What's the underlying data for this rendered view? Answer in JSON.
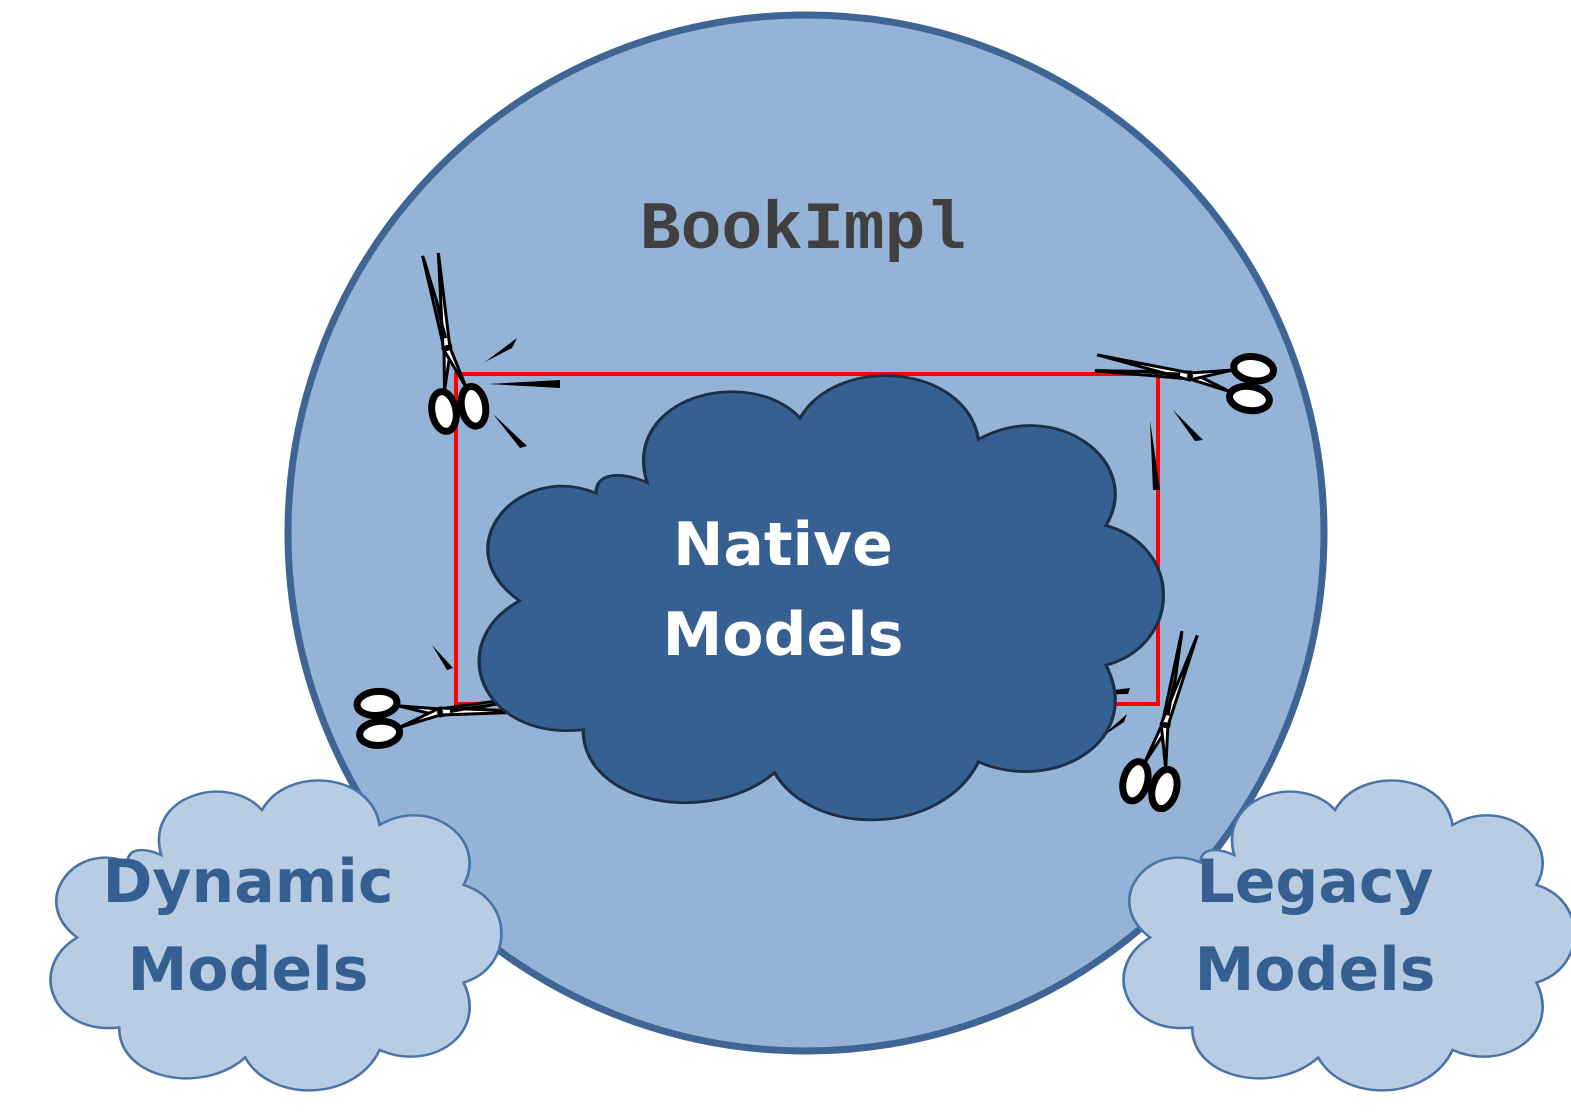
{
  "colors": {
    "circle_fill": "#95b3d7",
    "circle_stroke": "#3e6594",
    "native_cloud_fill": "#376092",
    "native_cloud_stroke": "#1c2f47",
    "side_cloud_fill": "#b8cce4",
    "side_cloud_stroke": "#4a73a6",
    "rectangle_stroke": "#ff0000",
    "title_text": "#404040",
    "native_text": "#ffffff",
    "side_text": "#365f91"
  },
  "diagram": {
    "title": "BookImpl",
    "native": {
      "line1": "Native",
      "line2": "Models"
    },
    "dynamic": {
      "line1": "Dynamic",
      "line2": "Models"
    },
    "legacy": {
      "line1": "Legacy",
      "line2": "Models"
    },
    "icons": [
      "scissors-icon",
      "scissors-icon",
      "scissors-icon",
      "scissors-icon"
    ]
  }
}
